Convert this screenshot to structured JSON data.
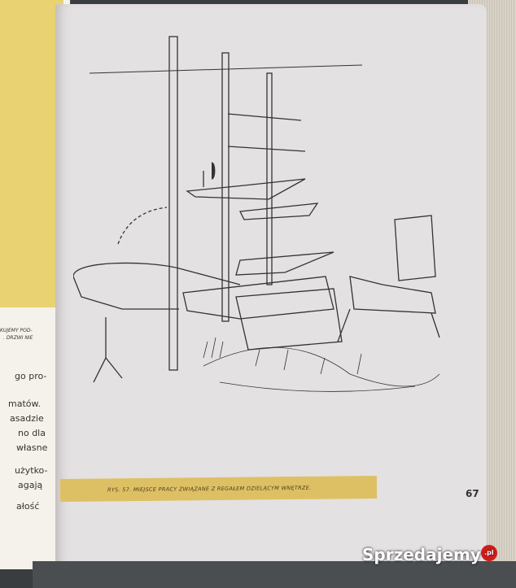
{
  "left_page": {
    "caption_fragments": [
      "KUJEMY POD-",
      ". DRZWI NIE"
    ],
    "text_lines": [
      "go pro-",
      "matów.",
      "asadzie",
      "no dla",
      "własne",
      "użytko-",
      "agają",
      "ałość"
    ]
  },
  "right_page": {
    "caption": "RYS. 57. MIEJSCE PRACY ZWIĄZANE Z REGAŁEM DZIELĄCYM WNĘTRZE.",
    "page_number": "67",
    "caption_color": "#dec064"
  },
  "watermark": {
    "text": "Sprzedajemy",
    "suffix": ".pl"
  }
}
